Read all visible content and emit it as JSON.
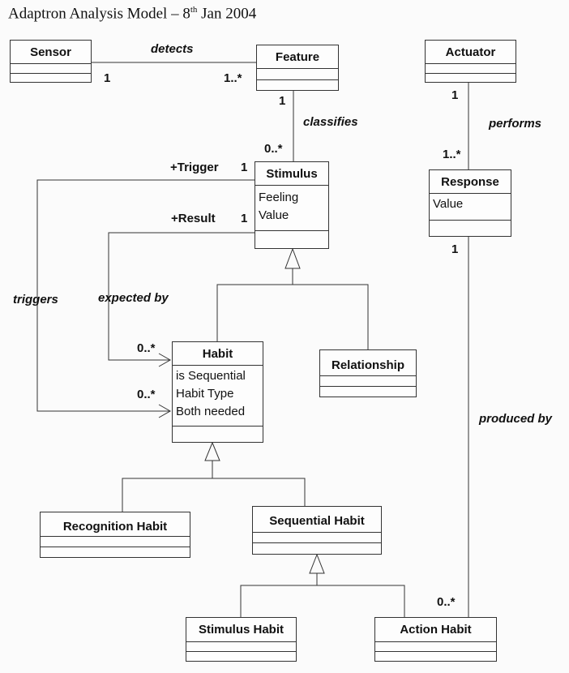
{
  "title": {
    "text": "Adaptron Analysis Model – 8",
    "sup": "th",
    "tail": " Jan 2004"
  },
  "classes": {
    "sensor": {
      "name": "Sensor"
    },
    "feature": {
      "name": "Feature"
    },
    "actuator": {
      "name": "Actuator"
    },
    "stimulus": {
      "name": "Stimulus",
      "attrs": [
        "Feeling",
        "Value"
      ]
    },
    "response": {
      "name": "Response",
      "attrs": [
        "Value"
      ]
    },
    "habit": {
      "name": "Habit",
      "attrs": [
        "is Sequential",
        "Habit Type",
        "Both needed"
      ]
    },
    "relationship": {
      "name": "Relationship"
    },
    "recognition_habit": {
      "name": "Recognition Habit"
    },
    "sequential_habit": {
      "name": "Sequential Habit"
    },
    "stimulus_habit": {
      "name": "Stimulus Habit"
    },
    "action_habit": {
      "name": "Action Habit"
    }
  },
  "associations": {
    "detects": {
      "label": "detects",
      "from_mult": "1",
      "to_mult": "1..*"
    },
    "classifies": {
      "label": "classifies",
      "from_mult": "1",
      "to_mult": "0..*"
    },
    "performs": {
      "label": "performs",
      "from_mult": "1",
      "to_mult": "1..*"
    },
    "triggers": {
      "label": "triggers",
      "role": "+Trigger",
      "from_mult": "1",
      "to_mult": "0..*"
    },
    "expected_by": {
      "label": "expected by",
      "role": "+Result",
      "from_mult": "1",
      "to_mult": "0..*"
    },
    "produced_by": {
      "label": "produced by",
      "from_mult": "1",
      "to_mult": "0..*"
    }
  }
}
